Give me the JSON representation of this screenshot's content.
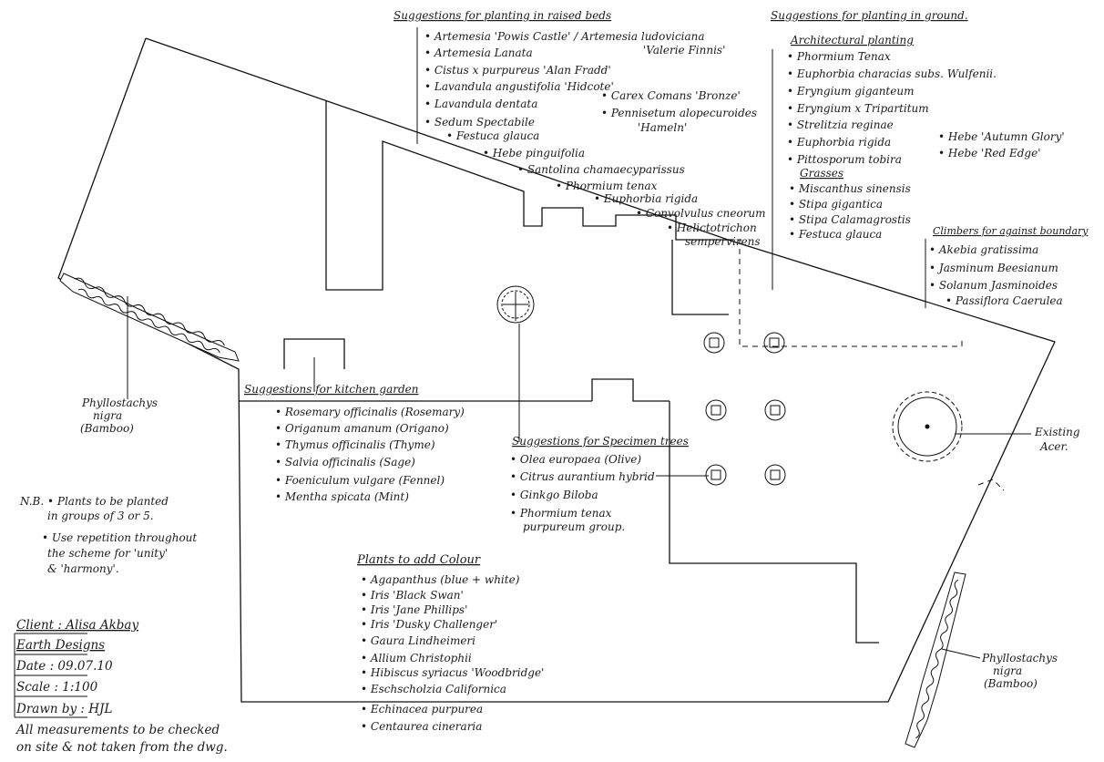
{
  "raised_beds": {
    "title": "Suggestions for planting in raised beds",
    "items": [
      "• Artemesia 'Powis Castle' / Artemesia ludoviciana",
      "'Valerie Finnis'",
      "• Artemesia Lanata",
      "• Cistus x purpureus 'Alan Fradd'",
      "• Lavandula angustifolia 'Hidcote'",
      "• Lavandula dentata",
      "• Carex Comans 'Bronze'",
      "• Sedum Spectabile",
      "• Pennisetum alopecuroides",
      "'Hameln'",
      "• Festuca glauca",
      "• Hebe pinguifolia",
      "• Santolina chamaecyparissus",
      "• Phormium tenax",
      "• Euphorbia rigida",
      "• Convolvulus cneorum",
      "• Helictotrichon",
      "sempervirens"
    ]
  },
  "in_ground": {
    "title": "Suggestions for planting in ground.",
    "architectural_title": "Architectural planting",
    "architectural_items": [
      "• Phormium Tenax",
      "• Euphorbia characias subs. Wulfenii.",
      "• Eryngium giganteum",
      "• Eryngium x Tripartitum",
      "• Strelitzia reginae",
      "• Euphorbia rigida",
      "• Hebe 'Autumn Glory'",
      "• Pittosporum tobira",
      "• Hebe 'Red Edge'"
    ],
    "grasses_title": "Grasses",
    "grasses_items": [
      "• Miscanthus sinensis",
      "• Stipa gigantica",
      "• Stipa Calamagrostis",
      "• Festuca glauca"
    ]
  },
  "climbers": {
    "title": "Climbers for against boundary",
    "items": [
      "• Akebia gratissima",
      "• Jasminum Beesianum",
      "• Solanum Jasminoides",
      "• Passiflora Caerulea"
    ]
  },
  "kitchen": {
    "title": "Suggestions for kitchen garden",
    "items": [
      "• Rosemary officinalis (Rosemary)",
      "• Origanum amanum (Origano)",
      "• Thymus officinalis (Thyme)",
      "• Salvia officinalis (Sage)",
      "• Foeniculum vulgare (Fennel)",
      "• Mentha spicata (Mint)"
    ]
  },
  "specimen": {
    "title": "Suggestions for Specimen trees",
    "items": [
      "• Olea europaea (Olive)",
      "• Citrus aurantium hybrid",
      "• Ginkgo Biloba",
      "• Phormium tenax",
      "purpureum group."
    ]
  },
  "colour": {
    "title": "Plants to add Colour",
    "items": [
      "• Agapanthus (blue + white)",
      "• Iris 'Black Swan'",
      "• Iris 'Jane Phillips'",
      "• Iris 'Dusky Challenger'",
      "• Gaura Lindheimeri",
      "• Allium Christophii",
      "• Hibiscus syriacus 'Woodbridge'",
      "• Eschscholzia Californica",
      "• Echinacea purpurea",
      "• Centaurea cineraria"
    ]
  },
  "bamboo_left": {
    "line1": "Phyllostachys",
    "line2": "nigra",
    "line3": "(Bamboo)"
  },
  "bamboo_right": {
    "line1": "Phyllostachys",
    "line2": "nigra",
    "line3": "(Bamboo)"
  },
  "existing_tree": {
    "line1": "Existing",
    "line2": "Acer."
  },
  "notes": {
    "line1": "N.B. • Plants to be planted",
    "line2": "in groups of 3 or 5.",
    "line3": "• Use repetition throughout",
    "line4": "the scheme for 'unity'",
    "line5": "& 'harmony'."
  },
  "title_block": {
    "client": "Client : Alisa Akbay",
    "company": "Earth Designs",
    "date": "Date : 09.07.10",
    "scale": "Scale : 1:100",
    "drawn": "Drawn by : HJL",
    "disclaimer1": "All measurements to be checked",
    "disclaimer2": "on site & not taken from the dwg."
  }
}
